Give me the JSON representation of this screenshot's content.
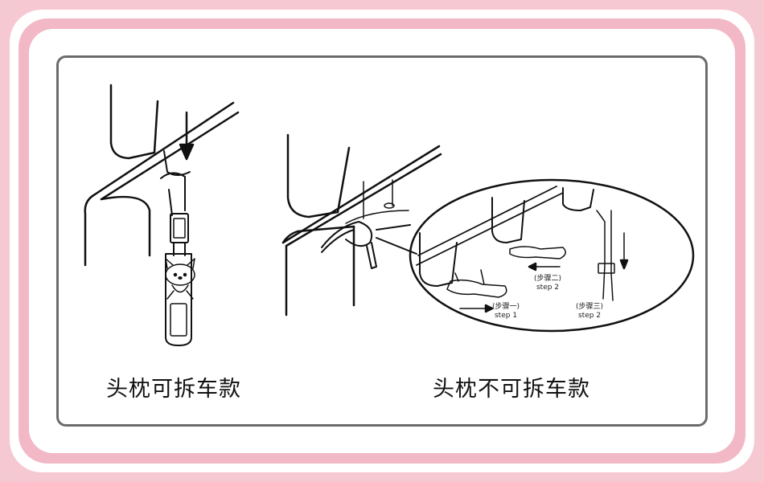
{
  "captions": {
    "left": "头枕可拆车款",
    "right": "头枕不可拆车款"
  },
  "steps": [
    {
      "cn": "(步骤一)",
      "en": "step 1"
    },
    {
      "cn": "(步骤二)",
      "en": "step 2"
    },
    {
      "cn": "(步骤三)",
      "en": "step 2"
    }
  ],
  "colors": {
    "frame_pink": "#f3b8c5",
    "panel_border": "#6b6b6b",
    "line": "#111111"
  }
}
